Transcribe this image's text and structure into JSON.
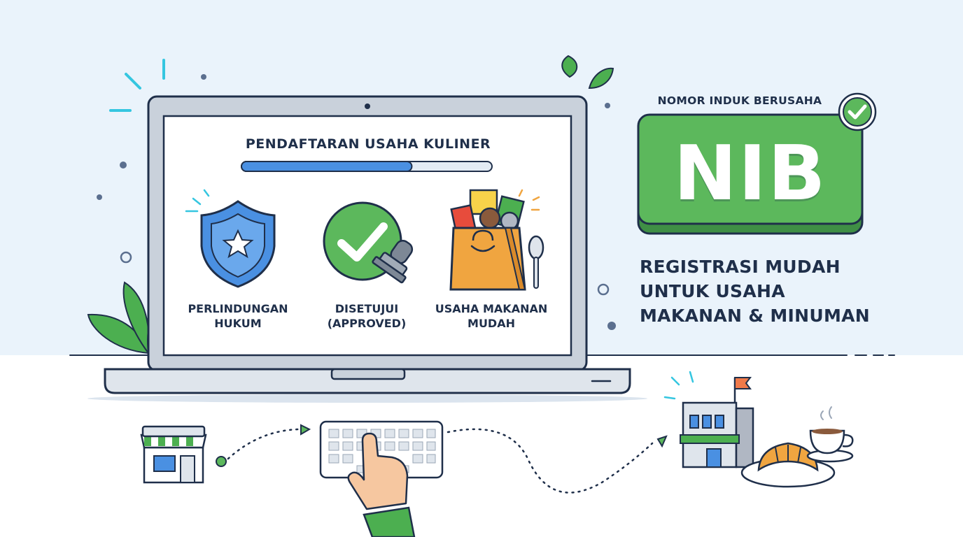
{
  "screen": {
    "title": "PENDAFTARAN USAHA KULINER",
    "progress_fraction": 0.68
  },
  "features": [
    {
      "icon": "shield-star-icon",
      "label_line1": "PERLINDUNGAN",
      "label_line2": "HUKUM"
    },
    {
      "icon": "approved-check-stamp-icon",
      "label_line1": "DISETUJUI",
      "label_line2": "(APPROVED)"
    },
    {
      "icon": "grocery-bag-icon",
      "label_line1": "USAHA MAKANAN",
      "label_line2": "MUDAH"
    }
  ],
  "nib_badge": {
    "caption": "NOMOR INDUK BERUSAHA",
    "text": "NIB"
  },
  "tagline": {
    "line1": "REGISTRASI MUDAH",
    "line2": "UNTUK USAHA",
    "line3": "MAKANAN & MINUMAN"
  },
  "colors": {
    "ink": "#1f2f4a",
    "green": "#5cb85c",
    "blue": "#4a90e2",
    "orange": "#f0a540",
    "sky": "#eaf3fb"
  }
}
